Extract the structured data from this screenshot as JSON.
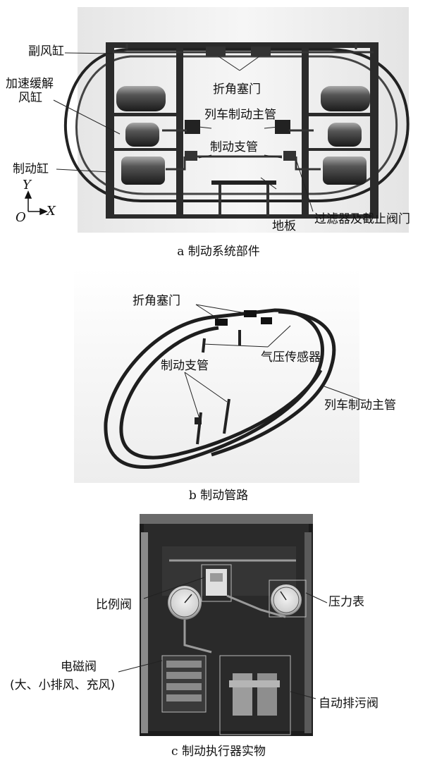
{
  "panel_a": {
    "caption": "a  制动系统部件",
    "labels": {
      "aux_reservoir": "副风缸",
      "accel_release_1": "加速缓解",
      "accel_release_2": "风缸",
      "brake_cylinder": "制动缸",
      "angle_cock": "折角塞门",
      "train_pipe": "列车制动主管",
      "branch_pipe": "制动支管",
      "floor": "地板",
      "filter_valve": "过滤器及截止阀门"
    },
    "axes": {
      "y": "Y",
      "x": "X",
      "origin": "O"
    }
  },
  "panel_b": {
    "caption": "b  制动管路",
    "labels": {
      "angle_cock": "折角塞门",
      "pressure_sensor": "气压传感器",
      "branch_pipe": "制动支管",
      "train_pipe": "列车制动主管"
    }
  },
  "panel_c": {
    "caption": "c  制动执行器实物",
    "labels": {
      "proportional_valve": "比例阀",
      "pressure_gauge": "压力表",
      "solenoid_1": "电磁阀",
      "solenoid_2": "(大、小排风、充风)",
      "auto_drain": "自动排污阀"
    }
  }
}
